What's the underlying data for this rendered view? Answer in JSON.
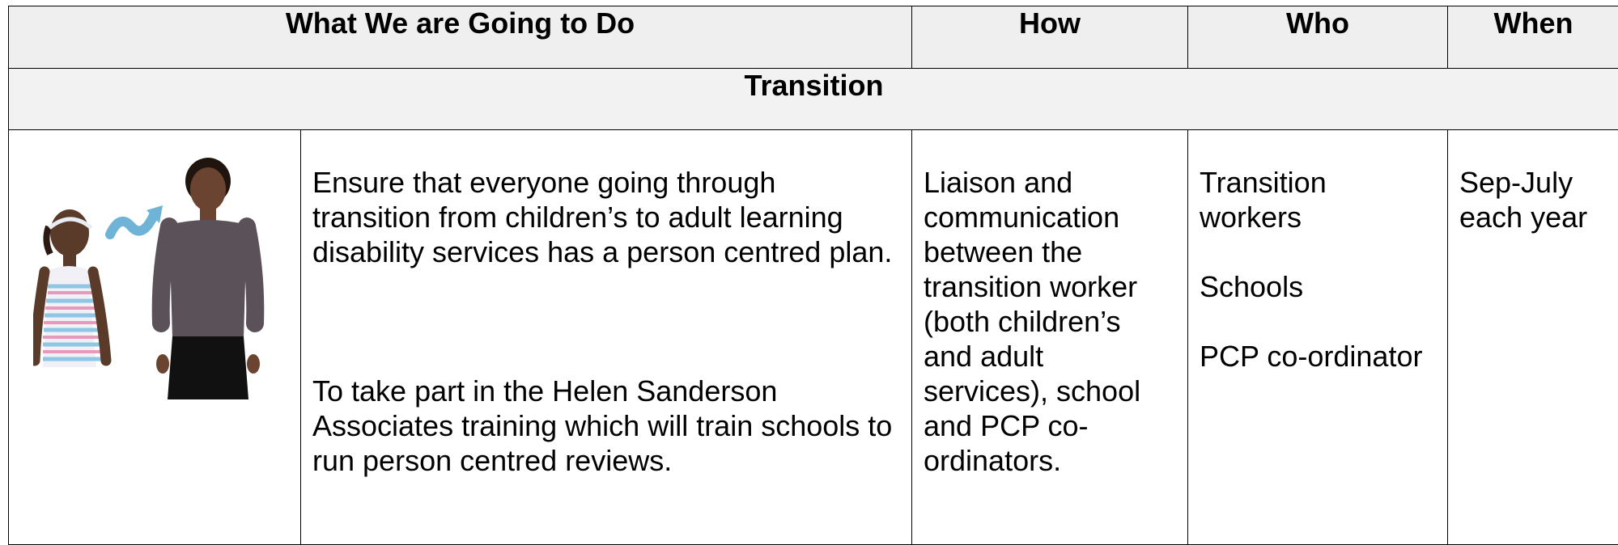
{
  "header": {
    "what": "What We are Going to Do",
    "how": "How",
    "who": "Who",
    "when": "When"
  },
  "section": {
    "title": "Transition"
  },
  "row": {
    "what": [
      "Ensure that everyone going through transition from children’s to adult learning disability services has a person centred plan.",
      "To take part in the Helen Sanderson Associates training which will train schools to run person centred reviews."
    ],
    "how": "Liaison and communication between the transition worker (both children’s and adult services), school and PCP co-ordinators.",
    "who": [
      "Transition workers",
      "Schools",
      "PCP co-ordinator"
    ],
    "when": "Sep-July each year"
  },
  "picture": {
    "icon": "girl-to-woman-transition-photo"
  }
}
